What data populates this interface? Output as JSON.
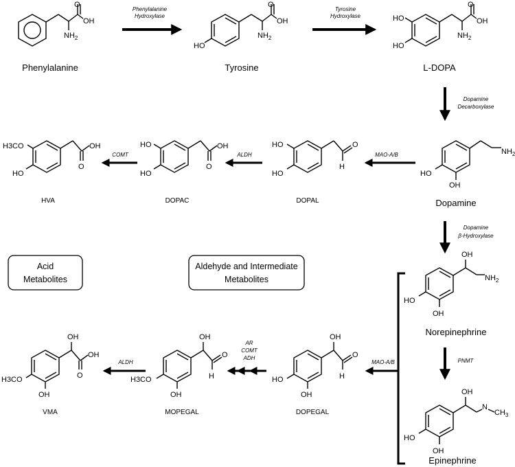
{
  "compounds": {
    "phenylalanine": "Phenylalanine",
    "tyrosine": "Tyrosine",
    "ldopa": "L-DOPA",
    "dopamine": "Dopamine",
    "dopal": "DOPAL",
    "dopac": "DOPAC",
    "hva": "HVA",
    "norepinephrine": "Norepinephrine",
    "epinephrine": "Epinephrine",
    "dopegal": "DOPEGAL",
    "mopegal": "MOPEGAL",
    "vma": "VMA"
  },
  "enzymes": {
    "phe_hydroxylase": [
      "Phenylalanine",
      "Hydroxylase"
    ],
    "tyr_hydroxylase": [
      "Tyrosine",
      "Hydroxylase"
    ],
    "dopa_decarboxylase": [
      "Dopamine",
      "Decarboxylase"
    ],
    "mao_ab_1": "MAO-A/B",
    "aldh_1": "ALDH",
    "comt_1": "COMT",
    "dbh": [
      "Dopamine",
      "β-Hydroxylase"
    ],
    "pnmt": "PNMT",
    "mao_ab_2": "MAO-A/B",
    "ar_comt_adh": [
      "AR",
      "COMT",
      "ADH"
    ],
    "aldh_2": "ALDH"
  },
  "boxes": {
    "acid": [
      "Acid",
      "Metabolites"
    ],
    "aldehyde": [
      "Aldehyde and Intermediate",
      "Metabolites"
    ]
  },
  "atoms": {
    "oh": "OH",
    "ho": "HO",
    "nh2": "NH",
    "nh2_sub": "2",
    "h3co": "H3CO",
    "h": "H",
    "o": "O",
    "n": "N",
    "ch3": "CH",
    "ch3_sub": "3"
  }
}
